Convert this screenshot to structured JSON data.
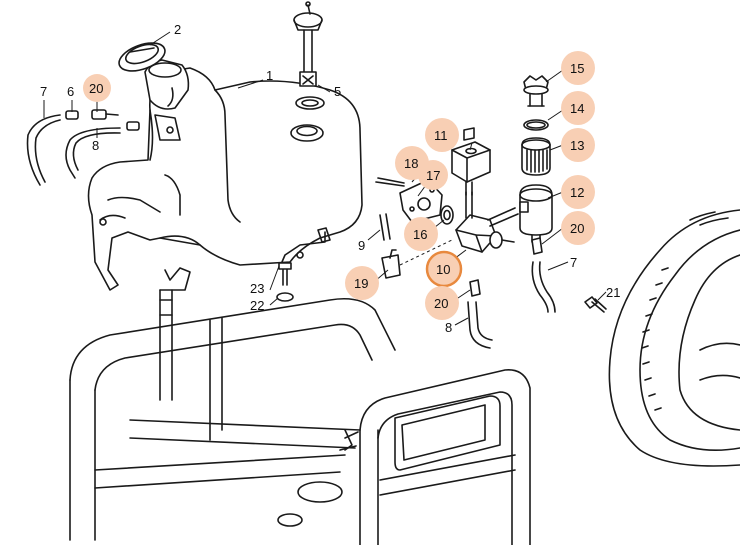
{
  "colors": {
    "highlight": "#f8cfb4",
    "selected_ring": "#e8893e",
    "line": "#1a1a1a"
  },
  "labels": {
    "l1": "1",
    "l2": "2",
    "l5": "5",
    "l6": "6",
    "l7a": "7",
    "l8a": "8",
    "l9": "9",
    "l20a": "20",
    "l11": "11",
    "l12": "12",
    "l13": "13",
    "l14": "14",
    "l15": "15",
    "l16": "16",
    "l17": "17",
    "l18": "18",
    "l19": "19",
    "l10": "10",
    "l20b": "20",
    "l20c": "20",
    "l7b": "7",
    "l8b": "8",
    "l21": "21",
    "l22": "22",
    "l23": "23"
  },
  "highlighted": [
    "20",
    "11",
    "12",
    "13",
    "14",
    "15",
    "16",
    "17",
    "18",
    "19",
    "10"
  ],
  "selected": "10"
}
